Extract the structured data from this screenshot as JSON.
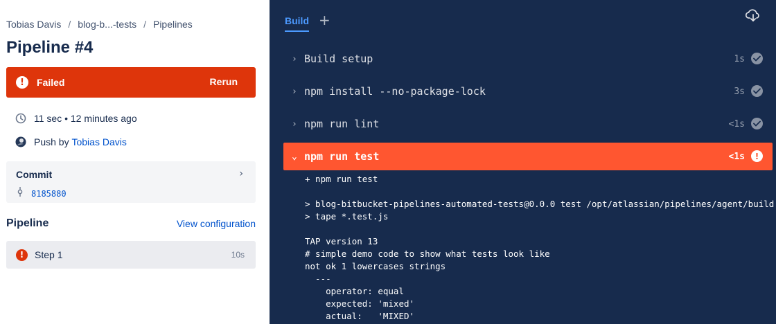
{
  "left": {
    "breadcrumb": [
      "Tobias Davis",
      "blog-b...-tests",
      "Pipelines"
    ],
    "title": "Pipeline #4",
    "status": {
      "label": "Failed",
      "rerun_label": "Rerun",
      "icon": "error-icon",
      "color": "#de350b"
    },
    "duration_text": "11 sec • 12 minutes ago",
    "trigger_prefix": "Push by",
    "trigger_user": "Tobias Davis",
    "commit": {
      "label": "Commit",
      "hash": "8185880"
    },
    "pipeline_section": {
      "title": "Pipeline",
      "view_config_label": "View configuration"
    },
    "steps": [
      {
        "label": "Step 1",
        "duration": "10s",
        "status": "failed"
      }
    ]
  },
  "right": {
    "tabs": [
      {
        "label": "Build",
        "active": true
      }
    ],
    "add_tab_label": "+",
    "sections": [
      {
        "label": "Build setup",
        "duration": "1s",
        "status": "success"
      },
      {
        "label": "npm install --no-package-lock",
        "duration": "3s",
        "status": "success"
      },
      {
        "label": "npm run lint",
        "duration": "<1s",
        "status": "success"
      },
      {
        "label": "npm run test",
        "duration": "<1s",
        "status": "failed"
      }
    ],
    "log_lines": [
      "+ npm run test",
      "",
      "> blog-bitbucket-pipelines-automated-tests@0.0.0 test /opt/atlassian/pipelines/agent/build",
      "> tape *.test.js",
      "",
      "TAP version 13",
      "# simple demo code to show what tests look like",
      "not ok 1 lowercases strings",
      "  ---",
      "    operator: equal",
      "    expected: 'mixed'",
      "    actual:   'MIXED'"
    ]
  },
  "colors": {
    "accent": "#4c9aff",
    "error": "#ff5630",
    "dark_bg": "#172b4d"
  }
}
